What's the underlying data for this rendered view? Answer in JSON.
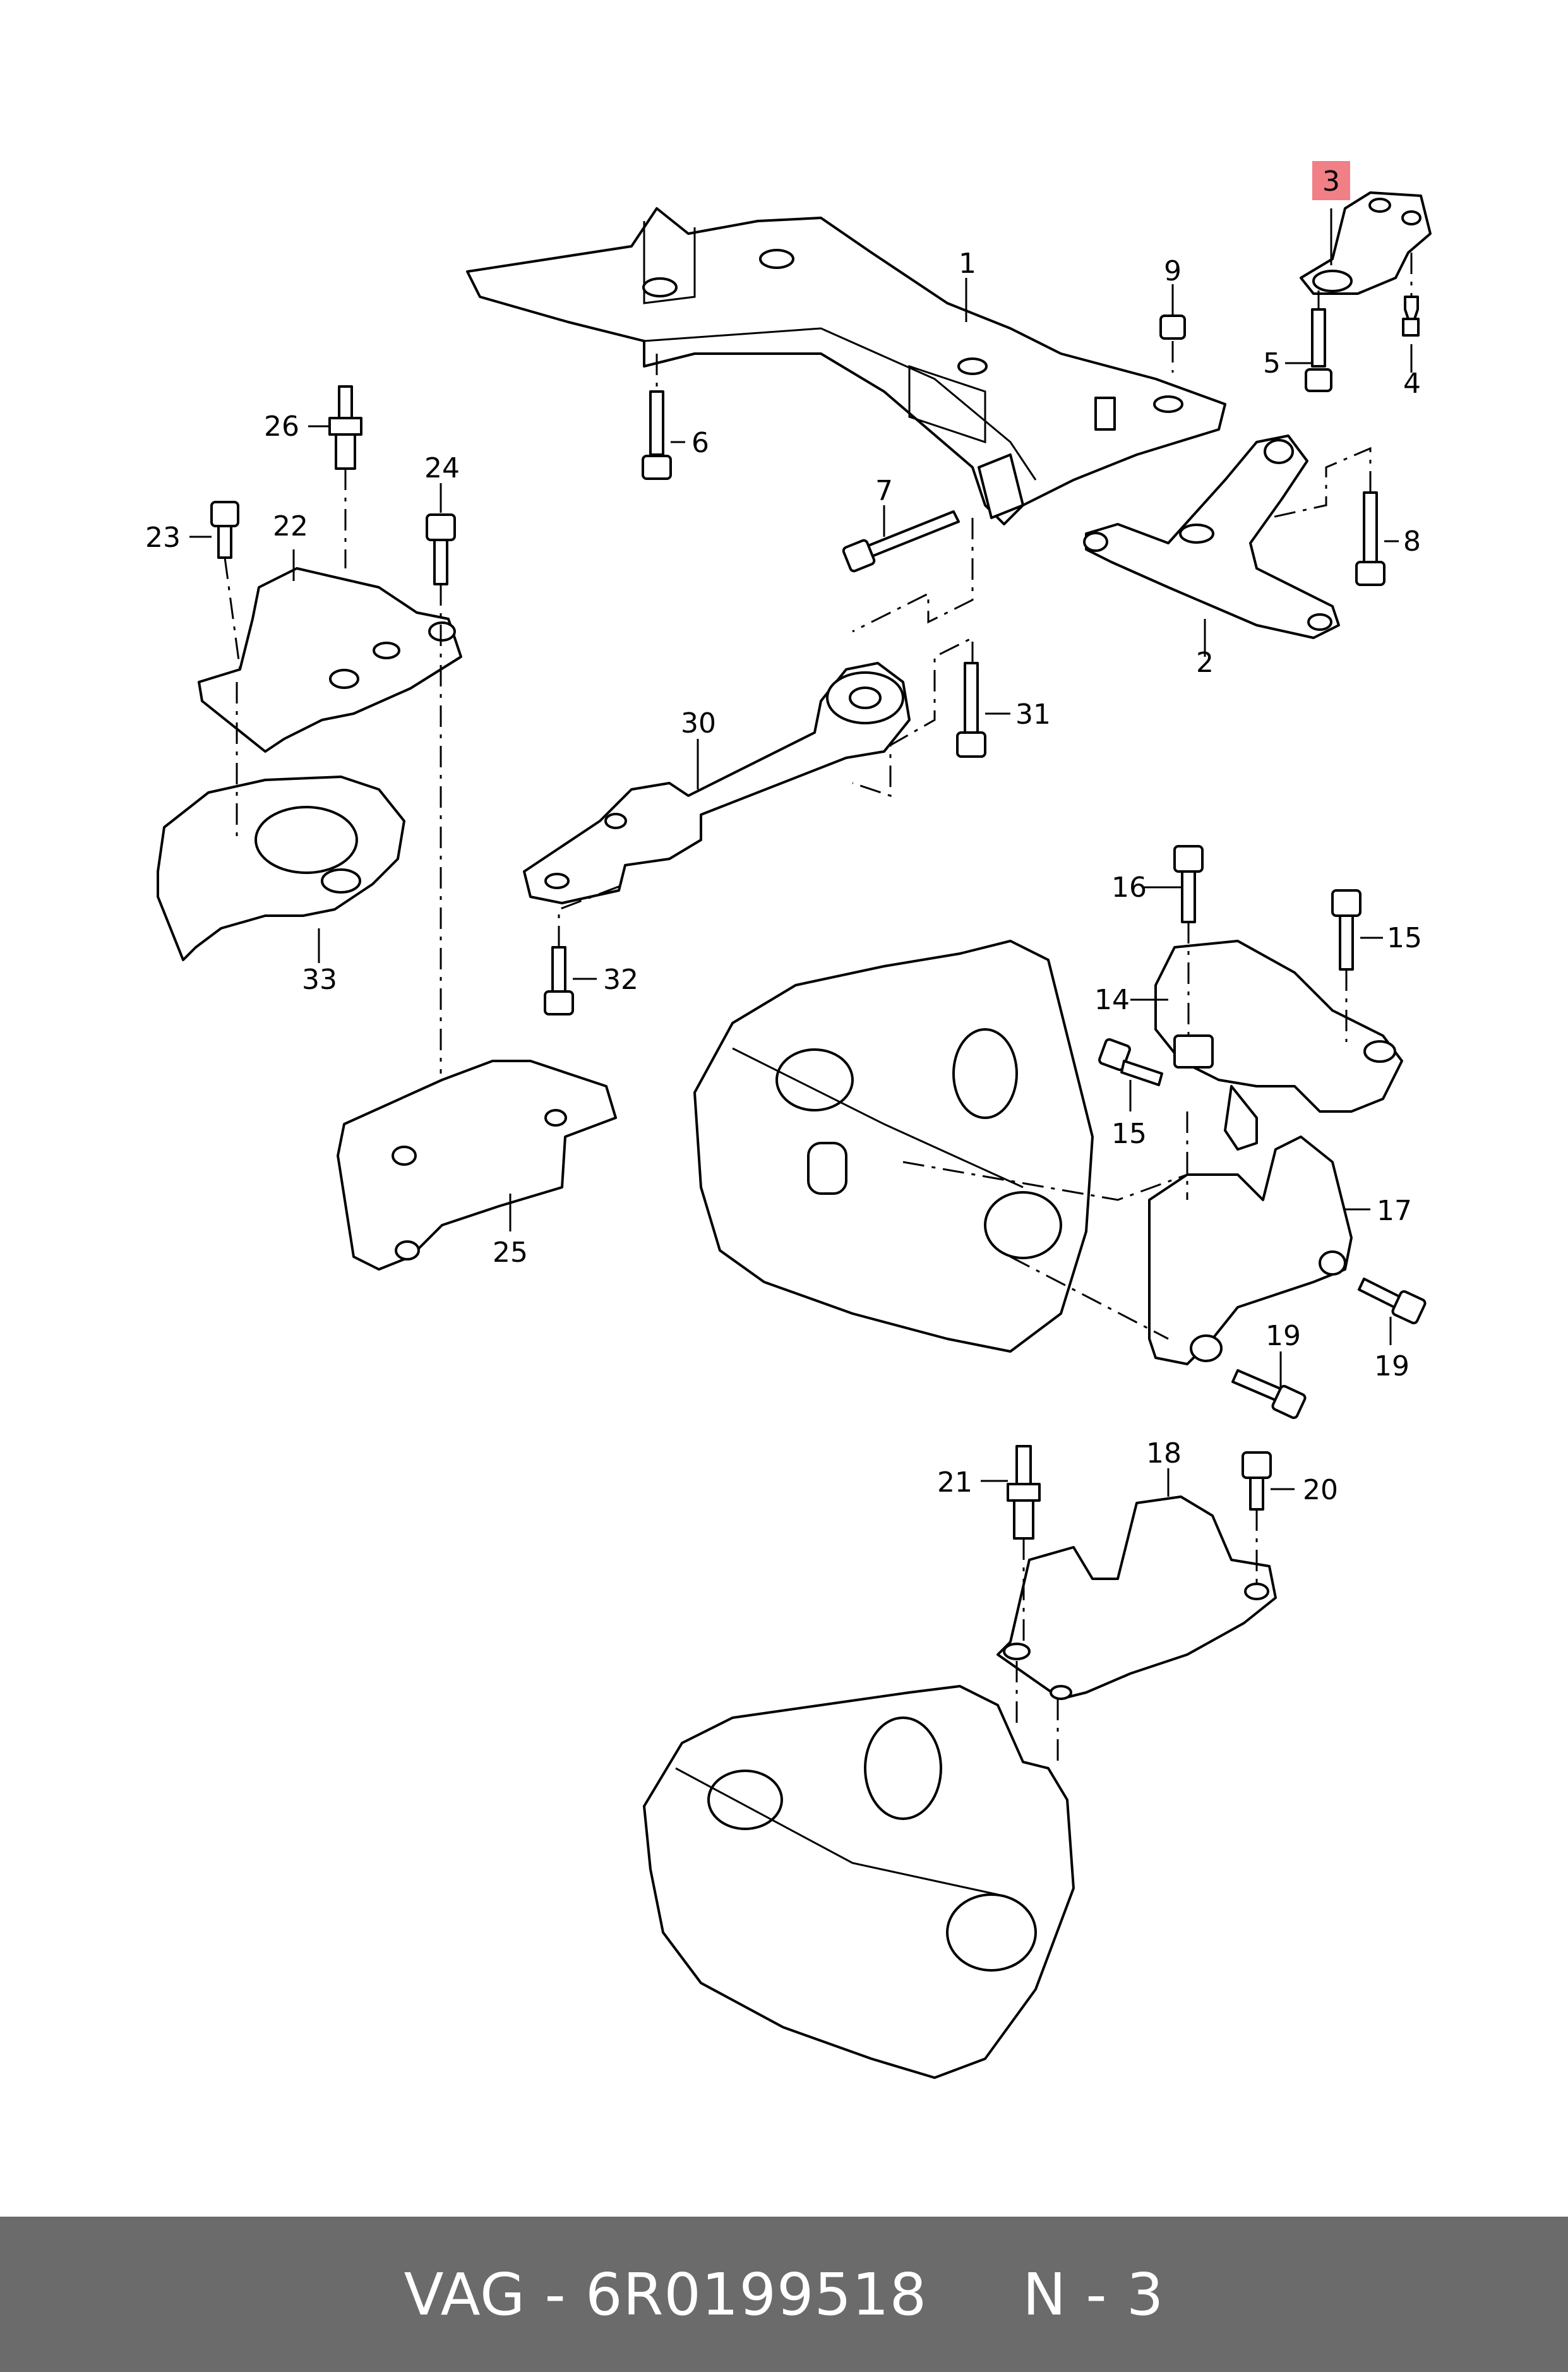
{
  "callouts": {
    "c1": "1",
    "c2": "2",
    "c3": "3",
    "c4": "4",
    "c5": "5",
    "c6": "6",
    "c7": "7",
    "c8": "8",
    "c9": "9",
    "c14": "14",
    "c15a": "15",
    "c15b": "15",
    "c16": "16",
    "c17": "17",
    "c18": "18",
    "c19a": "19",
    "c19b": "19",
    "c20": "20",
    "c21": "21",
    "c22": "22",
    "c23": "23",
    "c24": "24",
    "c25": "25",
    "c26": "26",
    "c30": "30",
    "c31": "31",
    "c32": "32",
    "c33": "33"
  },
  "highlight": {
    "part": "3",
    "color": "#f07f86"
  },
  "footer": {
    "text": "VAG - 6R0199518     N - 3",
    "background": "#6b6b6b",
    "color": "#ffffff"
  }
}
